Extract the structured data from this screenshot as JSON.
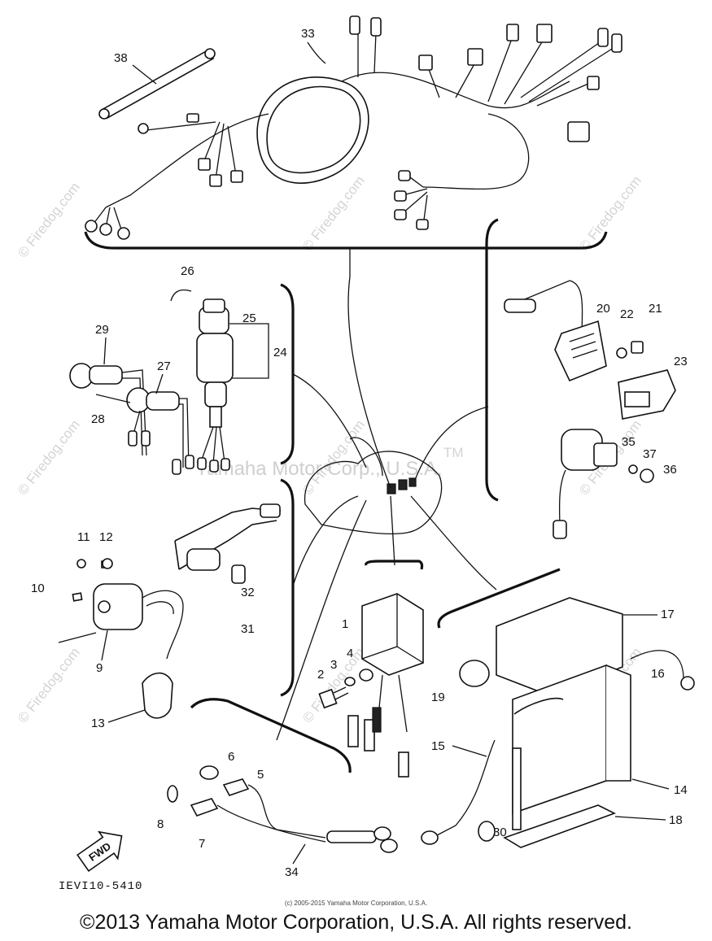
{
  "watermark_small": "© Firedog.com",
  "watermark_main": "Yamaha Motor Corp., U.S.A.",
  "watermark_tm": "TM",
  "fwd_label": "FWD",
  "part_code": "IEVI10-5410",
  "small_copyright": "(c) 2005-2015 Yamaha Motor Corporation, U.S.A.",
  "copyright": "©2013 Yamaha Motor Corporation, U.S.A. All rights reserved.",
  "callouts": [
    "1",
    "2",
    "3",
    "4",
    "5",
    "6",
    "7",
    "8",
    "9",
    "10",
    "11",
    "12",
    "13",
    "14",
    "15",
    "16",
    "17",
    "18",
    "19",
    "20",
    "21",
    "22",
    "23",
    "24",
    "25",
    "26",
    "27",
    "28",
    "29",
    "30",
    "31",
    "32",
    "33",
    "34",
    "35",
    "36",
    "37",
    "38"
  ]
}
